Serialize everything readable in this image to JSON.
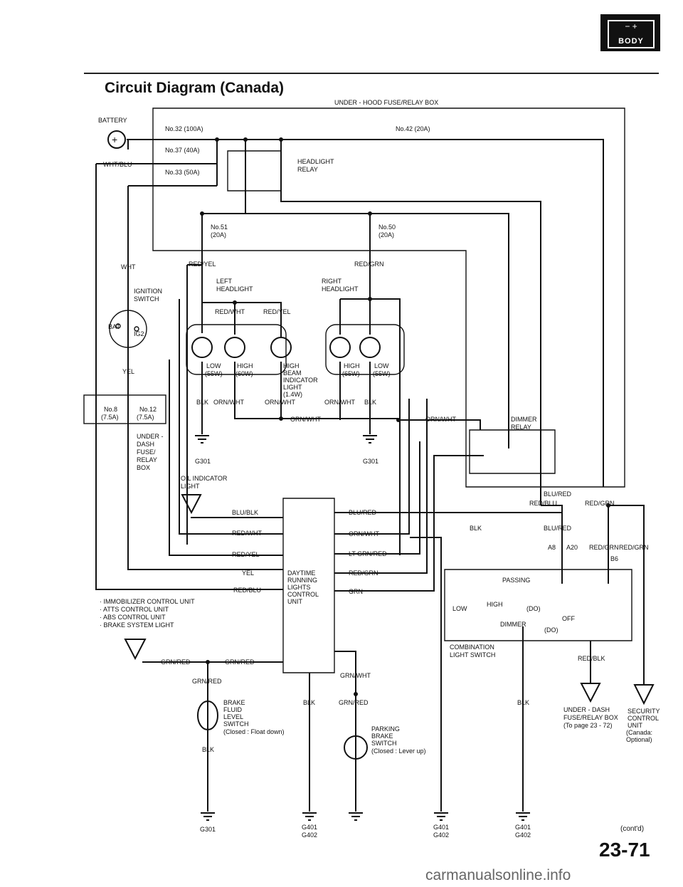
{
  "header": {
    "title": "Circuit Diagram (Canada)",
    "badge_label": "BODY",
    "badge_symbol": "−  +"
  },
  "labels": {
    "underhood_box": "UNDER - HOOD FUSE/RELAY BOX",
    "battery": "BATTERY",
    "fuse32": "No.32 (100A)",
    "fuse37": "No.37 (40A)",
    "fuse33": "No.33 (50A)",
    "fuse42": "No.42 (20A)",
    "wht_blu": "WHT/BLU",
    "headlight_relay_1": "HEADLIGHT",
    "headlight_relay_2": "RELAY",
    "fuse51_1": "No.51",
    "fuse51_2": "(20A)",
    "fuse50_1": "No.50",
    "fuse50_2": "(20A)",
    "wht": "WHT",
    "red_yel": "RED/YEL",
    "red_grn": "RED/GRN",
    "left_head_1": "LEFT",
    "left_head_2": "HEADLIGHT",
    "right_head_1": "RIGHT",
    "right_head_2": "HEADLIGHT",
    "ign_1": "IGNITION",
    "ign_2": "SWITCH",
    "bat": "BAT",
    "ig2": "IG2",
    "red_wht": "RED/WHT",
    "red_yel2": "RED/YEL",
    "low": "LOW",
    "low_w": "(55W)",
    "high": "HIGH",
    "high_w": "(60W)",
    "hbi_1": "HIGH",
    "hbi_2": "BEAM",
    "hbi_3": "INDICATOR",
    "hbi_4": "LIGHT",
    "hbi_5": "(1.4W)",
    "rhigh": "HIGH",
    "rhigh_w": "(65W)",
    "rlow": "LOW",
    "rlow_w": "(55W)",
    "yel": "YEL",
    "blk1": "BLK",
    "orn_wht1": "ORN/WHT",
    "orn_wht2": "ORN/WHT",
    "orn_wht3": "ORN/WHT",
    "blk2": "BLK",
    "orn_wht4": "ORN/WHT",
    "orn_wht5": "ORN/WHT",
    "fuse8_1": "No.8",
    "fuse8_2": "(7.5A)",
    "fuse12_1": "No.12",
    "fuse12_2": "(7.5A)",
    "udb_1": "UNDER -",
    "udb_2": "DASH",
    "udb_3": "FUSE/",
    "udb_4": "RELAY",
    "udb_5": "BOX",
    "g301a": "G301",
    "g301b": "G301",
    "dimmer_1": "DIMMER",
    "dimmer_2": "RELAY",
    "oil_1": "OIL INDICATOR",
    "oil_2": "LIGHT",
    "blu_red_top": "BLU/RED",
    "red_blu_top": "RED/BLU",
    "red_grn_r": "RED/GRN",
    "blu_red_r": "BLU/RED",
    "a8": "A8",
    "a20": "A20",
    "red_grn_a": "RED/GRN",
    "red_grn_b": "RED/GRN",
    "b6": "B6",
    "l_blu_blk": "BLU/BLK",
    "l_red_wht": "RED/WHT",
    "l_red_yel": "RED/YEL",
    "l_yel": "YEL",
    "l_red_blu": "RED/BLU",
    "r_blu_red": "BLU/RED",
    "r_orn_wht": "ORN/WHT",
    "r_lt_grn_red": "LT GRN/RED",
    "r_red_grn": "RED/GRN",
    "r_grn": "GRN",
    "blk_mid": "BLK",
    "drl_1": "DAYTIME",
    "drl_2": "RUNNING",
    "drl_3": "LIGHTS",
    "drl_4": "CONTROL",
    "drl_5": "UNIT",
    "imm_1": "· IMMOBILIZER CONTROL UNIT",
    "imm_2": "· ATTS CONTROL UNIT",
    "imm_3": "· ABS CONTROL UNIT",
    "imm_4": "· BRAKE SYSTEM LIGHT",
    "passing": "PASSING",
    "low_sw": "LOW",
    "high_sw": "HIGH",
    "dimmer_sw": "DIMMER",
    "i_do": "(DO)",
    "i_d0": "(DO)",
    "off": "OFF",
    "combo_1": "COMBINATION",
    "combo_2": "LIGHT SWITCH",
    "red_blk": "RED/BLK",
    "sec_1": "SECURITY",
    "sec_2": "CONTROL",
    "sec_3": "UNIT",
    "sec_4": "(Canada:",
    "sec_5": "Optional)",
    "grn_red1": "GRN/RED",
    "grn_red2": "GRN/RED",
    "grn_red3": "GRN/RED",
    "grn_red4": "GRN/RED",
    "grn_wht_b": "GRN/WHT",
    "bfl_1": "BRAKE",
    "bfl_2": "FLUID",
    "bfl_3": "LEVEL",
    "bfl_4": "SWITCH",
    "bfl_5": "(Closed : Float down)",
    "blk_bfl": "BLK",
    "blk_mid2": "BLK",
    "pbs_1": "PARKING",
    "pbs_2": "BRAKE",
    "pbs_3": "SWITCH",
    "pbs_4": "(Closed : Lever up)",
    "blk_combo": "BLK",
    "udb2_1": "UNDER - DASH",
    "udb2_2": "FUSE/RELAY BOX",
    "udb2_3": "(To page 23 - 72)",
    "g301c": "G301",
    "g401a": "G401",
    "g402a": "G402",
    "g401b": "G401",
    "g402b": "G402",
    "g401c": "G401",
    "g402c": "G402",
    "contd": "(cont'd)"
  },
  "footer": {
    "page_number": "23-71",
    "watermark": "carmanualsonline.info"
  }
}
